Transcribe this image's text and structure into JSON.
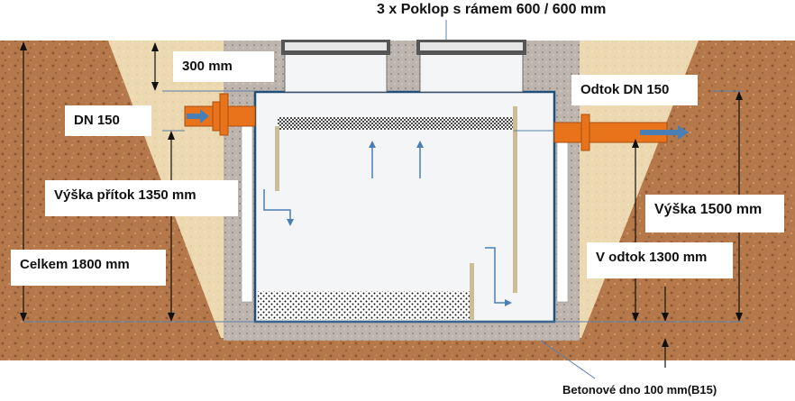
{
  "labels": {
    "covers": "3 x Poklop  s rámem 600 / 600 mm",
    "depth_top": "300 mm",
    "inlet_pipe": "DN 150",
    "outlet_pipe": "Odtok DN 150",
    "inlet_height": "Výška přítok 1350 mm",
    "total_height": "Celkem 1800 mm",
    "tank_height": "Výška 1500 mm",
    "outlet_height": "V odtok 1300 mm",
    "concrete_base": "Betonové dno 100 mm(B15)"
  },
  "colors": {
    "soil": "#b4784a",
    "sand": "#ecd9b2",
    "gravel": "#bdb5ad",
    "tank_fill": "#f3f5f6",
    "tank_border": "#1f4e79",
    "pipe": "#e8731a",
    "arrow": "#4a7fb5",
    "baffle": "#cdbd94"
  }
}
